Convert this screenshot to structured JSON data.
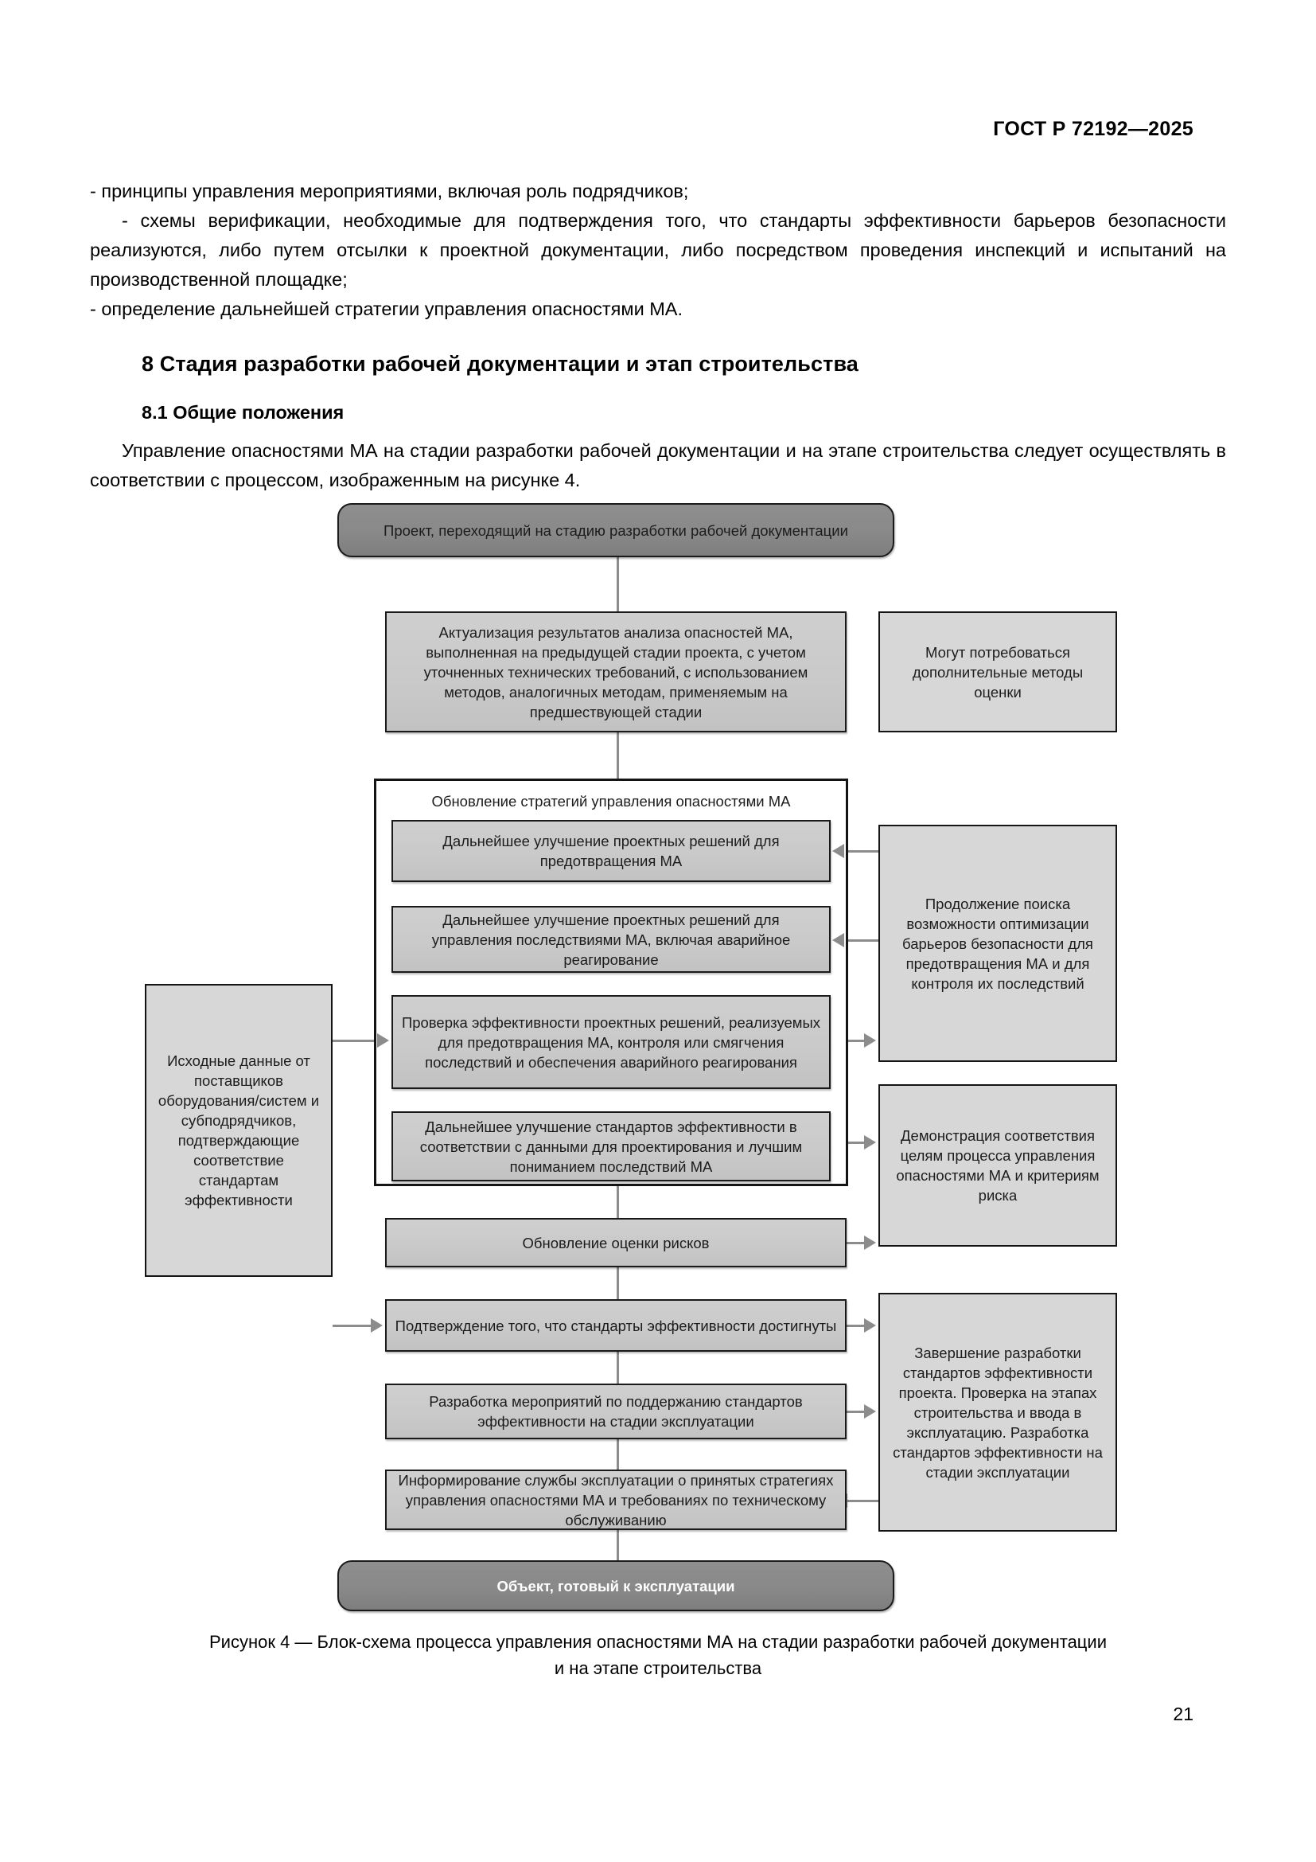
{
  "header": {
    "standard": "ГОСТ Р 72192—2025"
  },
  "body": {
    "bullet1": "-  принципы управления мероприятиями, включая роль подрядчиков;",
    "bullet2": "-  схемы верификации, необходимые для подтверждения того, что стандарты эффективности барьеров безопасности реализуются, либо путем отсылки к проектной документации, либо посредством проведения инспекций и испытаний на производственной площадке;",
    "bullet3": "-  определение дальнейшей стратегии управления опасностями МА.",
    "section_title": "8  Стадия разработки рабочей документации и этап строительства",
    "subsection_title": "8.1  Общие положения",
    "intro_paragraph": "Управление опасностями МА на стадии разработки рабочей документации и на этапе строительства следует осуществлять в соответствии с процессом, изображенным на рисунке 4."
  },
  "chart_data": {
    "type": "diagram",
    "title": "Блок-схема процесса управления опасностями МА на стадии разработки рабочей документации и на этапе строительства",
    "nodes": {
      "start": "Проект, переходящий на стадию разработки рабочей документации",
      "update_analysis": "Актуализация результатов анализа опасностей МА, выполненная на предыдущей стадии проекта, с учетом уточненных технических требований, с использованием методов, аналогичных методам, применяемым на предшествующей стадии",
      "extra_methods": "Могут потребоваться дополнительные методы оценки",
      "group_title": "Обновление стратегий управления опасностями МА",
      "improve_prevention": "Дальнейшее улучшение проектных решений для предотвращения МА",
      "improve_consequences": "Дальнейшее улучшение проектных решений для управления последствиями МА, включая аварийное реагирование",
      "verify_effectiveness": "Проверка эффективности проектных решений, реализуемых для предотвращения МА, контроля или смягчения последствий и обеспечения аварийного реагирования",
      "improve_standards": "Дальнейшее улучшение стандартов эффективности в соответствии с данными для проектирования и лучшим пониманием последствий МА",
      "continue_optimization": "Продолжение поиска возможности оптимизации барьеров безопасности для предотвращения МА и для контроля их последствий",
      "supplier_data": "Исходные данные от поставщиков оборудования/систем и субподрядчиков, подтверждающие соответствие стандартам эффективности",
      "demonstration": "Демонстрация соответствия целям процесса управления опасностями МА и критериям риска",
      "update_risk": "Обновление оценки рисков",
      "confirm_standards": "Подтверждение того, что стандарты эффективности достигнуты",
      "develop_measures": "Разработка мероприятий по поддержанию стандартов эффективности на стадии эксплуатации",
      "inform_operations": "Информирование службы эксплуатации о принятых стратегиях управления опасностями МА и требованиях по техническому обслуживанию",
      "completion": "Завершение разработки стандартов эффективности проекта. Проверка на этапах строительства и ввода в эксплуатацию. Разработка стандартов эффективности на стадии эксплуатации",
      "end": "Объект, готовый к эксплуатации"
    },
    "colors": {
      "terminator_fill": "#898989",
      "process_fill": "#c9c9c9",
      "side_fill": "#d7d7d7",
      "border": "#1a1a1a",
      "connector": "#8c8c8c"
    }
  },
  "caption": {
    "line1": "Рисунок 4 — Блок-схема процесса управления опасностями МА на стадии разработки рабочей документации",
    "line2": "и  на  этапе строительства"
  },
  "footer": {
    "page_number": "21"
  }
}
